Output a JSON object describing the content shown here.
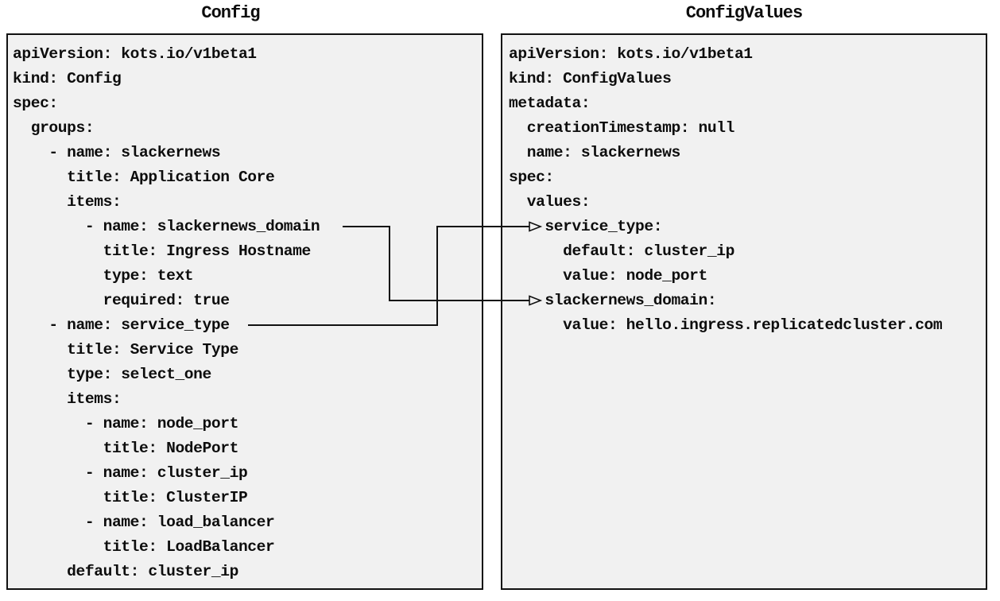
{
  "colors": {
    "background": "#ffffff",
    "panel_background": "#f1f1f1",
    "panel_border": "#111111",
    "text": "#0d0d0d",
    "arrow": "#111111"
  },
  "left_panel": {
    "title": "Config",
    "lines": [
      "apiVersion: kots.io/v1beta1",
      "kind: Config",
      "spec:",
      "  groups:",
      "    - name: slackernews",
      "      title: Application Core",
      "      items:",
      "        - name: slackernews_domain",
      "          title: Ingress Hostname",
      "          type: text",
      "          required: true",
      "    - name: service_type",
      "      title: Service Type",
      "      type: select_one",
      "      items:",
      "        - name: node_port",
      "          title: NodePort",
      "        - name: cluster_ip",
      "          title: ClusterIP",
      "        - name: load_balancer",
      "          title: LoadBalancer",
      "      default: cluster_ip"
    ]
  },
  "right_panel": {
    "title": "ConfigValues",
    "lines": [
      "apiVersion: kots.io/v1beta1",
      "kind: ConfigValues",
      "metadata:",
      "  creationTimestamp: null",
      "  name: slackernews",
      "spec:",
      "  values:",
      "    service_type:",
      "      default: cluster_ip",
      "      value: node_port",
      "    slackernews_domain:",
      "      value: hello.ingress.replicatedcluster.com"
    ]
  },
  "connections": [
    {
      "from": "Config item '- name: slackernews_domain'",
      "to": "ConfigValues key 'slackernews_domain:'",
      "style": "elbow line with open right-pointing arrowhead"
    },
    {
      "from": "Config item '- name: service_type'",
      "to": "ConfigValues key 'service_type:'",
      "style": "elbow line with open right-pointing arrowhead"
    }
  ]
}
